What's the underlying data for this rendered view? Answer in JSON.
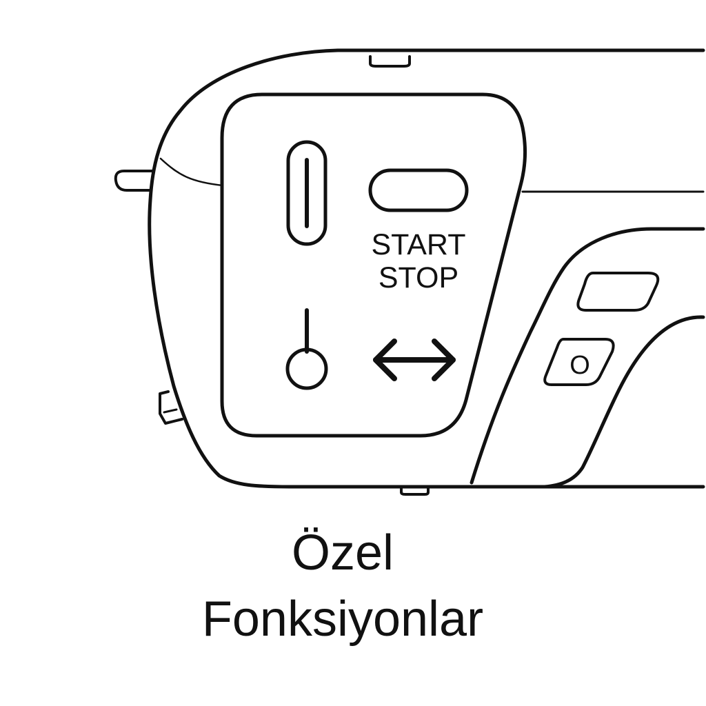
{
  "panel": {
    "start_stop_label_line1": "START",
    "start_stop_label_line2": "STOP",
    "side_button_label": "O"
  },
  "icons": {
    "reverse_button": "vertical-bar-icon",
    "start_stop_button": "rounded-rect-button-icon",
    "needle_position_button": "needle-down-icon",
    "direction_button": "double-arrow-icon"
  },
  "caption": {
    "line1": "Özel",
    "line2": "Fonksiyonlar"
  },
  "colors": {
    "stroke": "#111111",
    "background": "#ffffff"
  }
}
